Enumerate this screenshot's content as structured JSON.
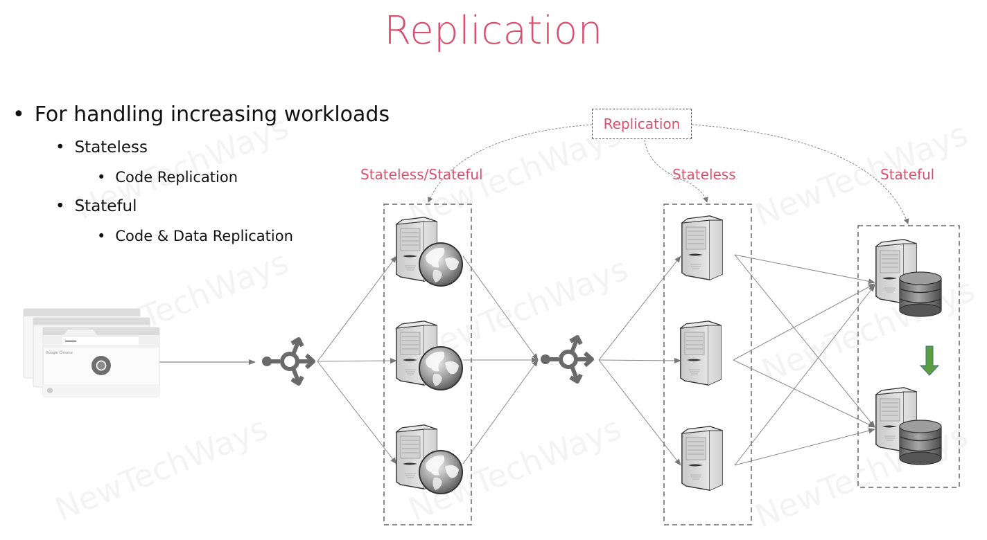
{
  "slide": {
    "title": "Replication",
    "bullets": [
      {
        "level": 1,
        "text": "For handling increasing workloads"
      },
      {
        "level": 2,
        "text": "Stateless"
      },
      {
        "level": 3,
        "text": "Code Replication"
      },
      {
        "level": 2,
        "text": "Stateful"
      },
      {
        "level": 3,
        "text": "Code & Data Replication"
      }
    ],
    "bullet_glyph": "•"
  },
  "diagram": {
    "replication_label": "Replication",
    "group_labels": {
      "web_tier": "Stateless/Stateful",
      "app_tier": "Stateless",
      "db_tier": "Stateful"
    },
    "nodes": {
      "clients": {
        "icon": "browser-windows-icon",
        "browser_label": "Google Chrome",
        "count": 3
      },
      "load_balancer_1": {
        "icon": "load-balancer-icon"
      },
      "web_servers": {
        "icon": "web-server-globe-icon",
        "count": 3
      },
      "load_balancer_2": {
        "icon": "load-balancer-icon"
      },
      "app_servers": {
        "icon": "server-icon",
        "count": 3
      },
      "db_servers": {
        "icon": "database-server-icon",
        "count": 2
      }
    },
    "replication_arrow_color": "#5b9e3f",
    "accent_color": "#d9506e"
  },
  "watermark": "NewTechWays"
}
